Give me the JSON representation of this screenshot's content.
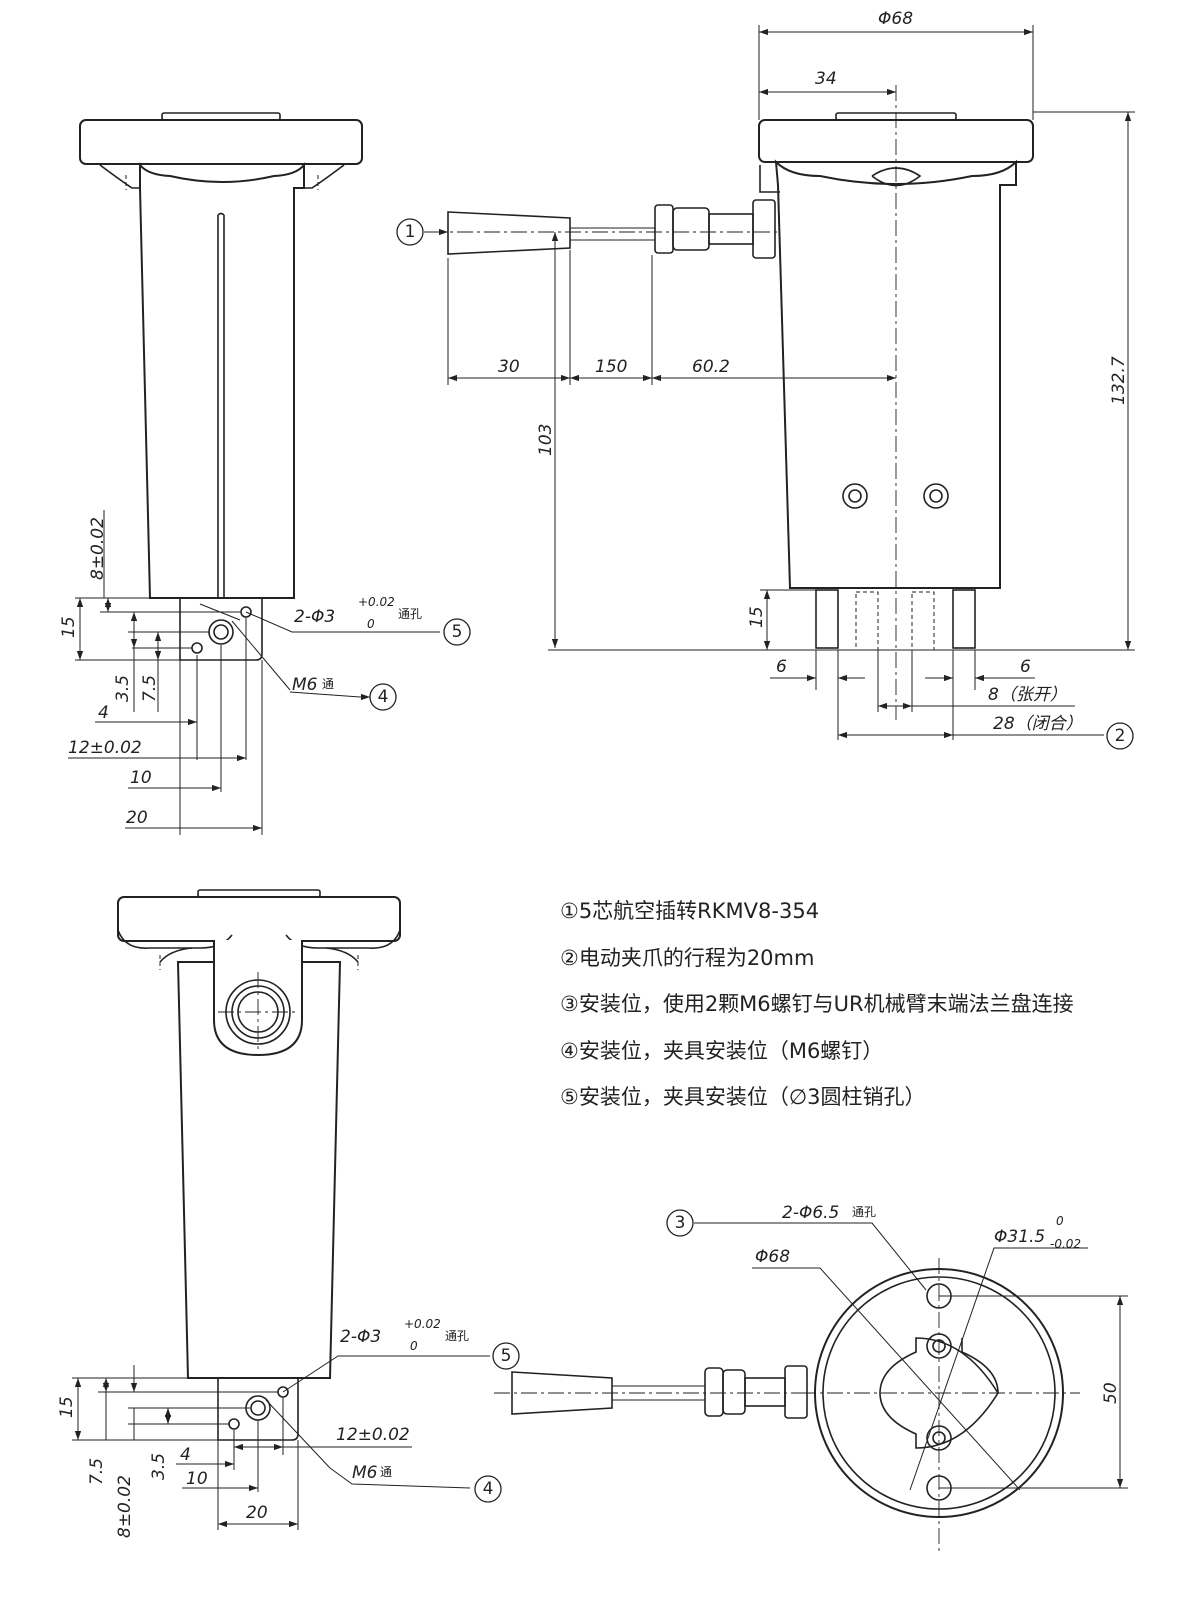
{
  "notes": [
    "①5芯航空插转RKMV8-354",
    "②电动夹爪的行程为20mm",
    "③安装位，使用2颗M6螺钉与UR机械臂末端法兰盘连接",
    "④安装位，夹具安装位（M6螺钉）",
    "⑤安装位，夹具安装位（∅3圆柱销孔）"
  ],
  "balloons": {
    "b1": "1",
    "b2": "2",
    "b3": "3",
    "b4": "4",
    "b5": "5"
  },
  "dims": {
    "front_dia": "Φ68",
    "front_half": "34",
    "cable_30": "30",
    "cable_150": "150",
    "cable_60": "60.2",
    "height_103": "103",
    "height_132": "132.7",
    "finger_15": "15",
    "finger_6_left": "6",
    "finger_6_right": "6",
    "stroke_open": "8（张开）",
    "stroke_close": "28（闭合）",
    "side_8": "8±0.02",
    "side_15": "15",
    "side_35": "3.5",
    "side_75": "7.5",
    "side_4": "4",
    "side_12": "12±0.02",
    "side_10": "10",
    "side_20": "20",
    "pin_hole": "2-Φ3",
    "pin_tol_up": "+0.02",
    "pin_tol_low": "0",
    "through": "通孔",
    "m6": "M6",
    "m6_through": "通",
    "b_15": "15",
    "b_75": "7.5",
    "b_8": "8±0.02",
    "b_35": "3.5",
    "b_4": "4",
    "b_10": "10",
    "b_20": "20",
    "b_12": "12±0.02",
    "b_pin_hole": "2-Φ3",
    "b_pin_up": "+0.02",
    "b_pin_low": "0",
    "b_through": "通孔",
    "b_m6": "M6",
    "b_m6_through": "通",
    "top_holes": "2-Φ6.5",
    "top_through": "通孔",
    "top_dia68": "Φ68",
    "top_dia31": "Φ31.5",
    "top_tol_up": "0",
    "top_tol_low": "-0.02",
    "top_50": "50"
  }
}
